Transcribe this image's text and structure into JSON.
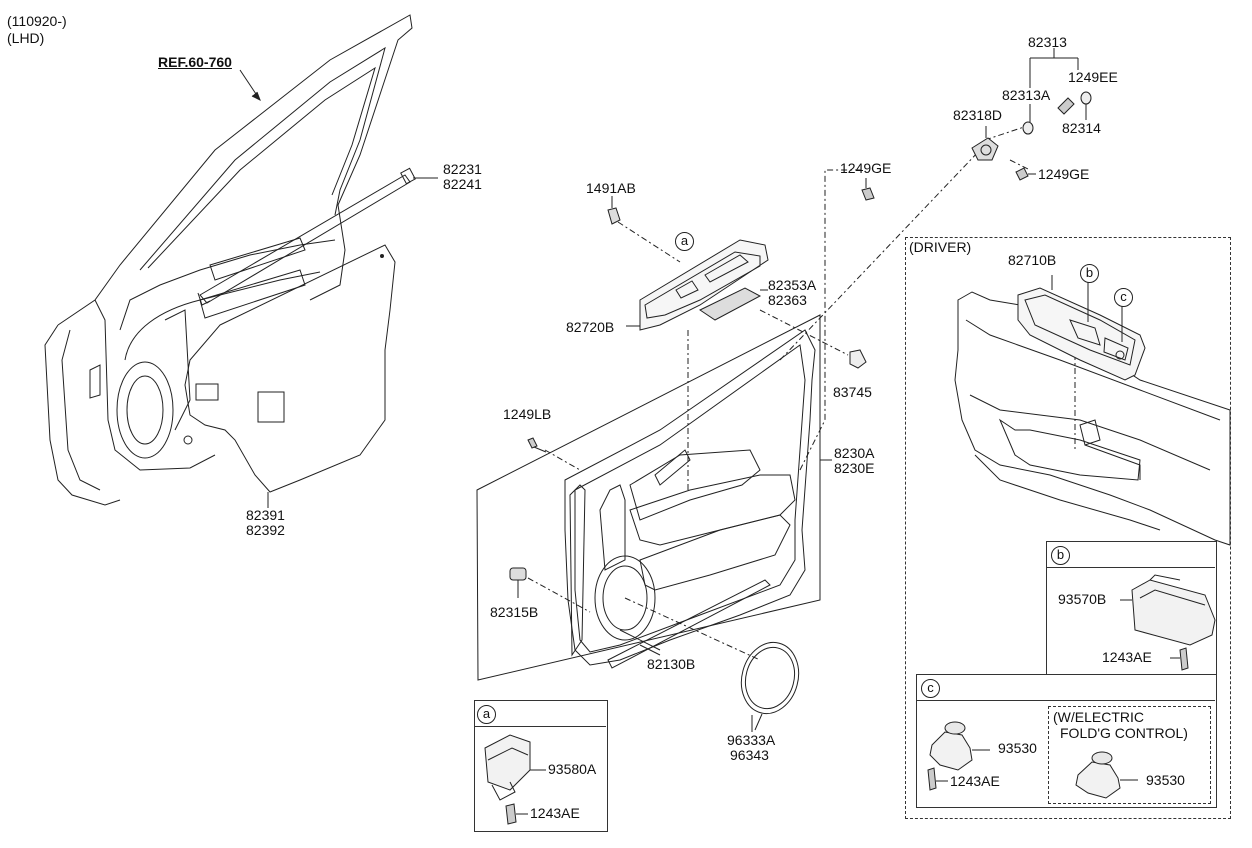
{
  "header": {
    "date_code": "(110920-)",
    "side": "(LHD)"
  },
  "ref": "REF.60-760",
  "labels": {
    "p82231": "82231",
    "p82241": "82241",
    "p82391": "82391",
    "p82392": "82392",
    "p1491AB": "1491AB",
    "p82720B": "82720B",
    "p82353A": "82353A",
    "p82363": "82363",
    "p83745": "83745",
    "p1249GE_a": "1249GE",
    "p1249GE_b": "1249GE",
    "p82318D": "82318D",
    "p82313": "82313",
    "p82313A": "82313A",
    "p1249EE": "1249EE",
    "p82314": "82314",
    "p1249LB": "1249LB",
    "p8230A": "8230A",
    "p8230E": "8230E",
    "p82315B": "82315B",
    "p82130B": "82130B",
    "p96333A": "96333A",
    "p96343": "96343",
    "p93580A": "93580A",
    "p1243AE_a": "1243AE",
    "p82710B": "82710B",
    "p93570B": "93570B",
    "p1243AE_b": "1243AE",
    "p93530_a": "93530",
    "p1243AE_c": "1243AE",
    "p93530_b": "93530"
  },
  "callouts": {
    "a": "a",
    "b": "b",
    "c": "c"
  },
  "driver_title": "(DRIVER)",
  "electric_note_1": "(W/ELECTRIC",
  "electric_note_2": "FOLD'G CONTROL)"
}
